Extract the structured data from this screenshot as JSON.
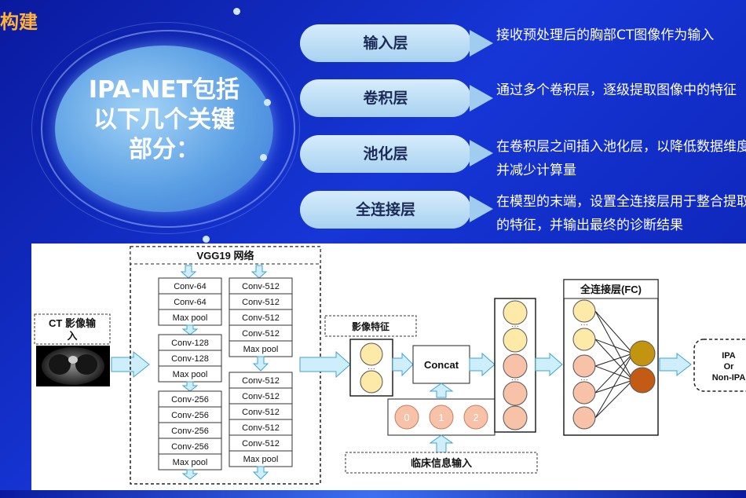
{
  "slide": {
    "corner_title": "构建",
    "ellipse_lines": [
      "IPA-NET包括",
      "以下几个关键",
      "部分："
    ]
  },
  "layers": [
    {
      "name": "输入层",
      "desc": [
        "接收预处理后的胸部CT图像作为输入"
      ]
    },
    {
      "name": "卷积层",
      "desc": [
        "通过多个卷积层，逐级提取图像中的特征"
      ]
    },
    {
      "name": "池化层",
      "desc": [
        "在卷积层之间插入池化层，以降低数据维度",
        "并减少计算量"
      ]
    },
    {
      "name": "全连接层",
      "desc": [
        "在模型的末端，设置全连接层用于整合提取",
        "的特征，并输出最终的诊断结果"
      ]
    }
  ],
  "diagram": {
    "input_label": "CT 影像输入",
    "vgg_title": "VGG19 网络",
    "vgg_left": [
      "Conv-64",
      "Conv-64",
      "Max pool",
      "Conv-128",
      "Conv-128",
      "Max pool",
      "Conv-256",
      "Conv-256",
      "Conv-256",
      "Conv-256",
      "Max pool"
    ],
    "vgg_right": [
      "Conv-512",
      "Conv-512",
      "Conv-512",
      "Conv-512",
      "Max pool",
      "Conv-512",
      "Conv-512",
      "Conv-512",
      "Conv-512",
      "Conv-512",
      "Max pool"
    ],
    "feature_label": "影像特征",
    "concat_label": "Concat",
    "clinical_label": "临床信息输入",
    "clinical_nodes": [
      "0",
      "1",
      "2"
    ],
    "fc_title": "全连接层(FC)",
    "output_lines": [
      "IPA",
      "Or",
      "Non-IPA"
    ],
    "colors": {
      "node_yellow": "#fde9a8",
      "node_peach": "#f7c2a8",
      "out_gold": "#c39410",
      "out_orange": "#c45b14",
      "arrow_fill": "#cdeefa",
      "arrow_stroke": "#3ea4d4"
    }
  }
}
